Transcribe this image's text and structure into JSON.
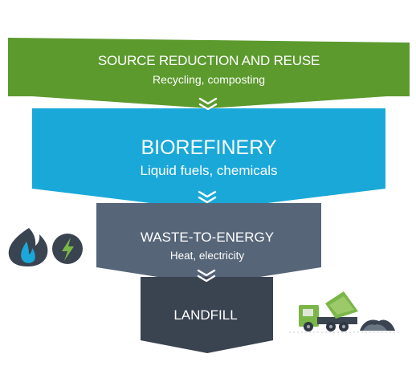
{
  "tiers": [
    {
      "title": "SOURCE REDUCTION AND REUSE",
      "subtitle": "Recycling, composting",
      "color": "#5c9a2e"
    },
    {
      "title": "BIOREFINERY",
      "subtitle": "Liquid fuels, chemicals",
      "color": "#1aa8d9"
    },
    {
      "title": "WASTE-TO-ENERGY",
      "subtitle": "Heat, electricity",
      "color": "#566578"
    },
    {
      "title": "LANDFILL",
      "color": "#3a4350"
    }
  ],
  "icons": [
    "flame-icon",
    "lightning-bolt-icon",
    "dump-truck-icon"
  ],
  "chevron_color": "#ffffff",
  "flame_colors": {
    "dark": "#3a4350",
    "light": "#1aa8d9"
  },
  "truck_color": "#7ab648"
}
